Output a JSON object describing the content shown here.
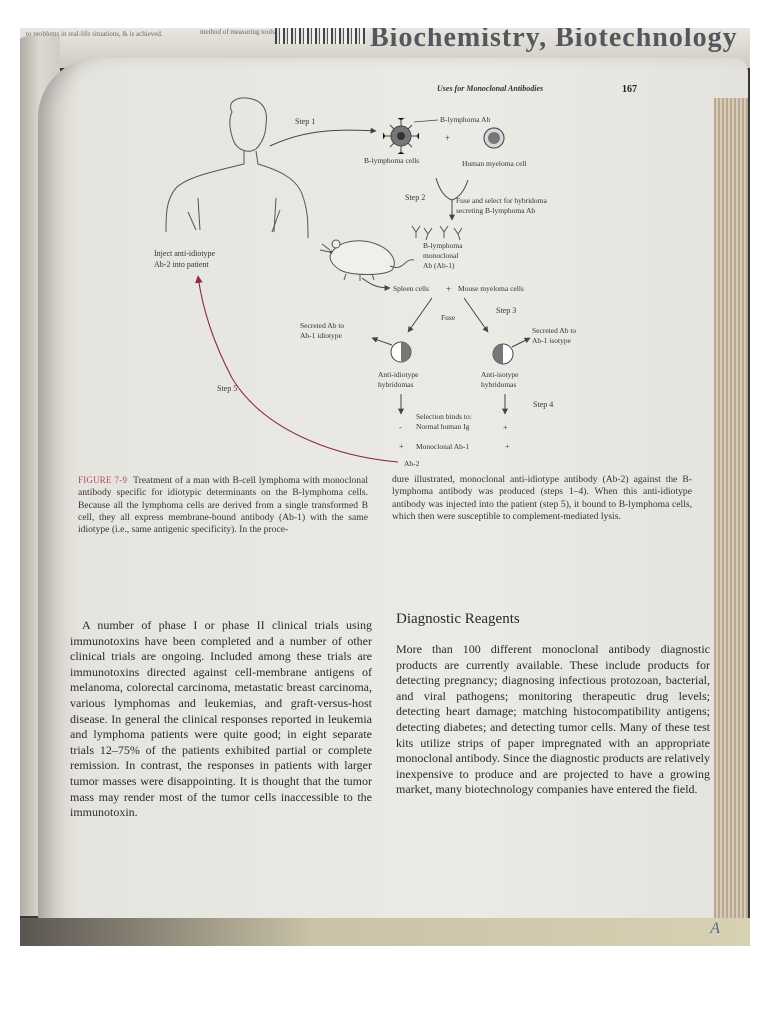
{
  "background": {
    "top_strip_left": "to problems in real-life situations, &\nis achieved.",
    "top_strip_mid": "method of measuring tools for",
    "top_strip_title": "Biochemistry, Biotechnology",
    "bottom_handwriting": "A"
  },
  "page": {
    "running_head": "Uses for Monoclonal Antibodies",
    "page_number": "167"
  },
  "figure": {
    "step1": "Step 1",
    "step2": "Step 2",
    "step3": "Step 3",
    "step4": "Step 4",
    "step5": "Step 5",
    "b_lymphoma_ab": "B-lymphoma Ab",
    "plus1": "+",
    "b_lymphoma_cells": "B-lymphoma cells",
    "human_myeloma_cell": "Human myeloma cell",
    "fuse_select_line1": "Fuse and select for hybridoma",
    "fuse_select_line2": "secreting B-lymphoma Ab",
    "inject_line1": "Inject anti-idiotype",
    "inject_line2": "Ab-2 into patient",
    "mono_line1": "B-lymphoma",
    "mono_line2": "monoclonal",
    "mono_line3": "Ab (Ab-1)",
    "spleen_cells": "Spleen cells",
    "plus2": "+",
    "mouse_myeloma": "Mouse myeloma cells",
    "fuse": "Fuse",
    "secreted_left_line1": "Secreted Ab to",
    "secreted_left_line2": "Ab-1 idiotype",
    "secreted_right_line1": "Secreted Ab to",
    "secreted_right_line2": "Ab-1 isotype",
    "anti_idiotype_line1": "Anti-idiotype",
    "anti_idiotype_line2": "hybridomas",
    "anti_isotype_line1": "Anti-isotype",
    "anti_isotype_line2": "hybridomas",
    "selection_line1": "Selection binds to:",
    "selection_line2": "Normal human Ig",
    "minus_left": "-",
    "plus_right1": "+",
    "plus_left2": "+",
    "monoclonal_ab1": "Monoclonal Ab-1",
    "plus_right2": "+",
    "ab2": "Ab-2"
  },
  "caption": {
    "label": "FIGURE 7-9",
    "left_text": "Treatment of a man with B-cell lymphoma with monoclonal antibody specific for idiotypic determinants on the B-lymphoma cells. Because all the lymphoma cells are derived from a single transformed B cell, they all express membrane-bound antibody (Ab-1) with the same idiotype (i.e., same antigenic specificity). In the proce-",
    "right_text": "dure illustrated, monoclonal anti-idiotype antibody (Ab-2) against the B-lymphoma antibody was produced (steps 1–4). When this anti-idiotype antibody was injected into the patient (step 5), it bound to B-lymphoma cells, which then were susceptible to complement-mediated lysis."
  },
  "body": {
    "left_paragraph": "A number of phase I or phase II clinical trials using immunotoxins have been completed and a number of other clinical trials are ongoing. Included among these trials are immunotoxins directed against cell-membrane antigens of melanoma, colorectal carcinoma, metastatic breast carcinoma, various lymphomas and leukemias, and graft-versus-host disease. In general the clinical responses reported in leukemia and lymphoma patients were quite good; in eight separate trials 12–75% of the patients exhibited partial or complete remission. In contrast, the responses in patients with larger tumor masses were disappointing. It is thought that the tumor mass may render most of the tumor cells inaccessible to the immunotoxin.",
    "section_heading": "Diagnostic Reagents",
    "right_paragraph": "More than 100 different monoclonal antibody diagnostic products are currently available. These include products for detecting pregnancy; diagnosing infectious protozoan, bacterial, and viral pathogens; monitoring therapeutic drug levels; detecting heart damage; matching histocompatibility antigens; detecting diabetes; and detecting tumor cells. Many of these test kits utilize strips of paper impregnated with an appropriate monoclonal antibody. Since the diagnostic products are relatively inexpensive to produce and are projected to have a growing market, many biotechnology companies have entered the field."
  },
  "colors": {
    "figure_label": "#b04a57",
    "step5_arrow": "#8a2e48",
    "paper": "#eceae5",
    "ink": "#2a2a2a"
  }
}
